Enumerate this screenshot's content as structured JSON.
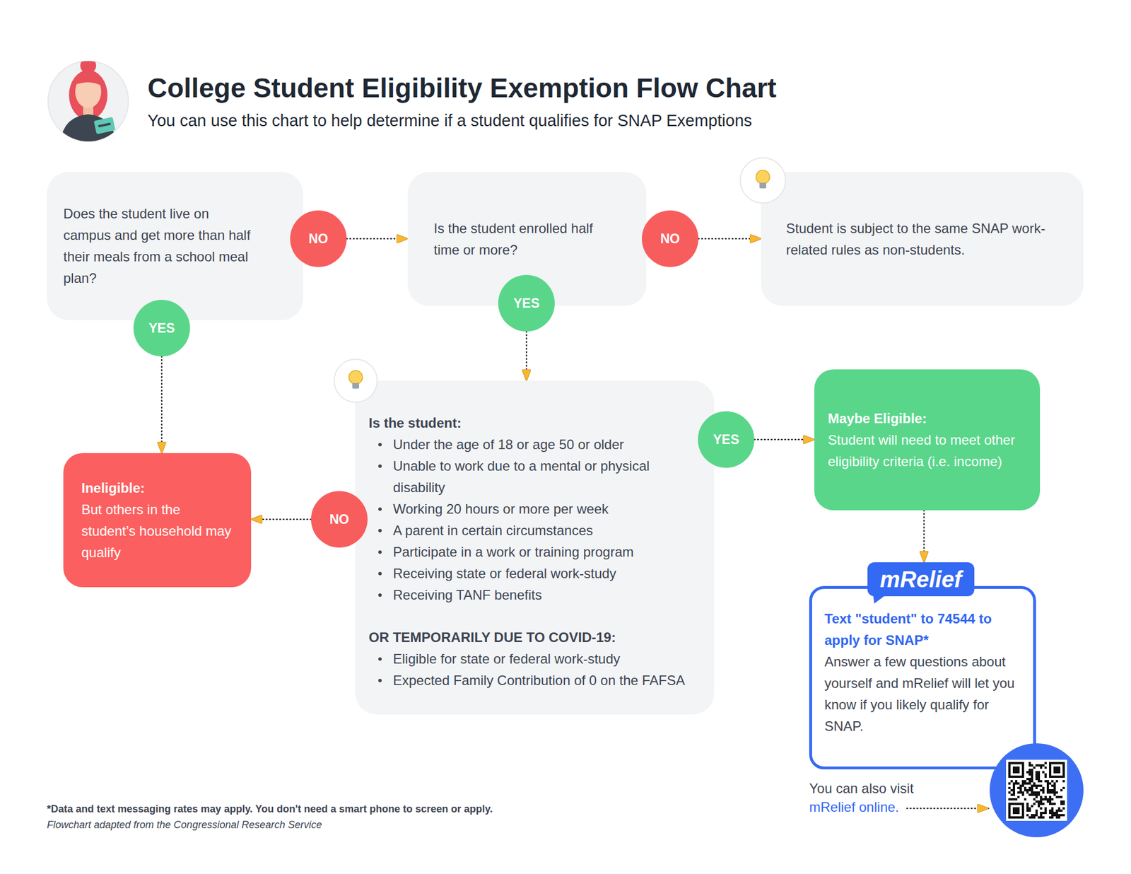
{
  "diagram": {
    "title": "College Student Eligibility Exemption Flow Chart",
    "nodes": [
      {
        "text": [
          "Does the student live on campus and get more than half their meals from a school meal plan?"
        ]
      },
      {
        "text": [
          "NO"
        ]
      },
      {
        "text": [
          "Is the student enrolled half time or more?"
        ]
      },
      {
        "text": [
          "NO"
        ]
      },
      {
        "text": [
          "Student is subject to the same SNAP work-related rules as non-students."
        ]
      },
      {
        "text": [
          "YES"
        ]
      },
      {
        "text": [
          "YES"
        ]
      },
      {
        "text": [
          "Is the student:",
          "Under the age of 18 or age 50 or older",
          "Unable to work due to a mental or physical disability",
          "Working 20 hours or more per week",
          "A parent in certain circumstances",
          "Participate in a work or training program",
          "Receiving state or federal work-study",
          "Receiving TANF benefits",
          "OR TEMPORARILY DUE TO COVID-19:",
          "Eligible for state or federal work-study",
          "Expected Family Contribution of 0 on the FAFSA"
        ]
      },
      {
        "text": [
          "YES"
        ]
      },
      {
        "text": [
          "Maybe Eligible:",
          "Student will need to meet other eligibility criteria (i.e. income)"
        ]
      },
      {
        "text": [
          "Ineligible:",
          "But others in the student’s household may qualify"
        ]
      },
      {
        "text": [
          "NO"
        ]
      },
      {
        "text": [
          "mRelief"
        ]
      },
      {
        "text": [
          "Text \"student\" to 74544 to apply for SNAP*",
          "Answer a few questions about yourself and mRelief will let you know if you likely qualify for SNAP."
        ]
      }
    ],
    "edges": [
      {
        "from": 1,
        "to": 2,
        "arrow": "to"
      },
      {
        "from": 3,
        "to": 4,
        "arrow": "to"
      },
      {
        "from": 5,
        "to": 10,
        "arrow": "to"
      },
      {
        "from": 6,
        "to": 7,
        "arrow": "to"
      },
      {
        "from": 8,
        "to": 9,
        "arrow": "to"
      },
      {
        "from": 11,
        "to": 10,
        "arrow": "to"
      },
      {
        "from": 9,
        "to": 12,
        "arrow": "to"
      }
    ],
    "labels": [
      "You can use this chart to help determine if a student qualifies for SNAP Exemptions",
      "*Data and text messaging rates may apply. You don't need a smart phone to screen or apply.",
      "Flowchart adapted from the Congressional Research Service",
      "You can also visit",
      "mRelief online."
    ]
  }
}
